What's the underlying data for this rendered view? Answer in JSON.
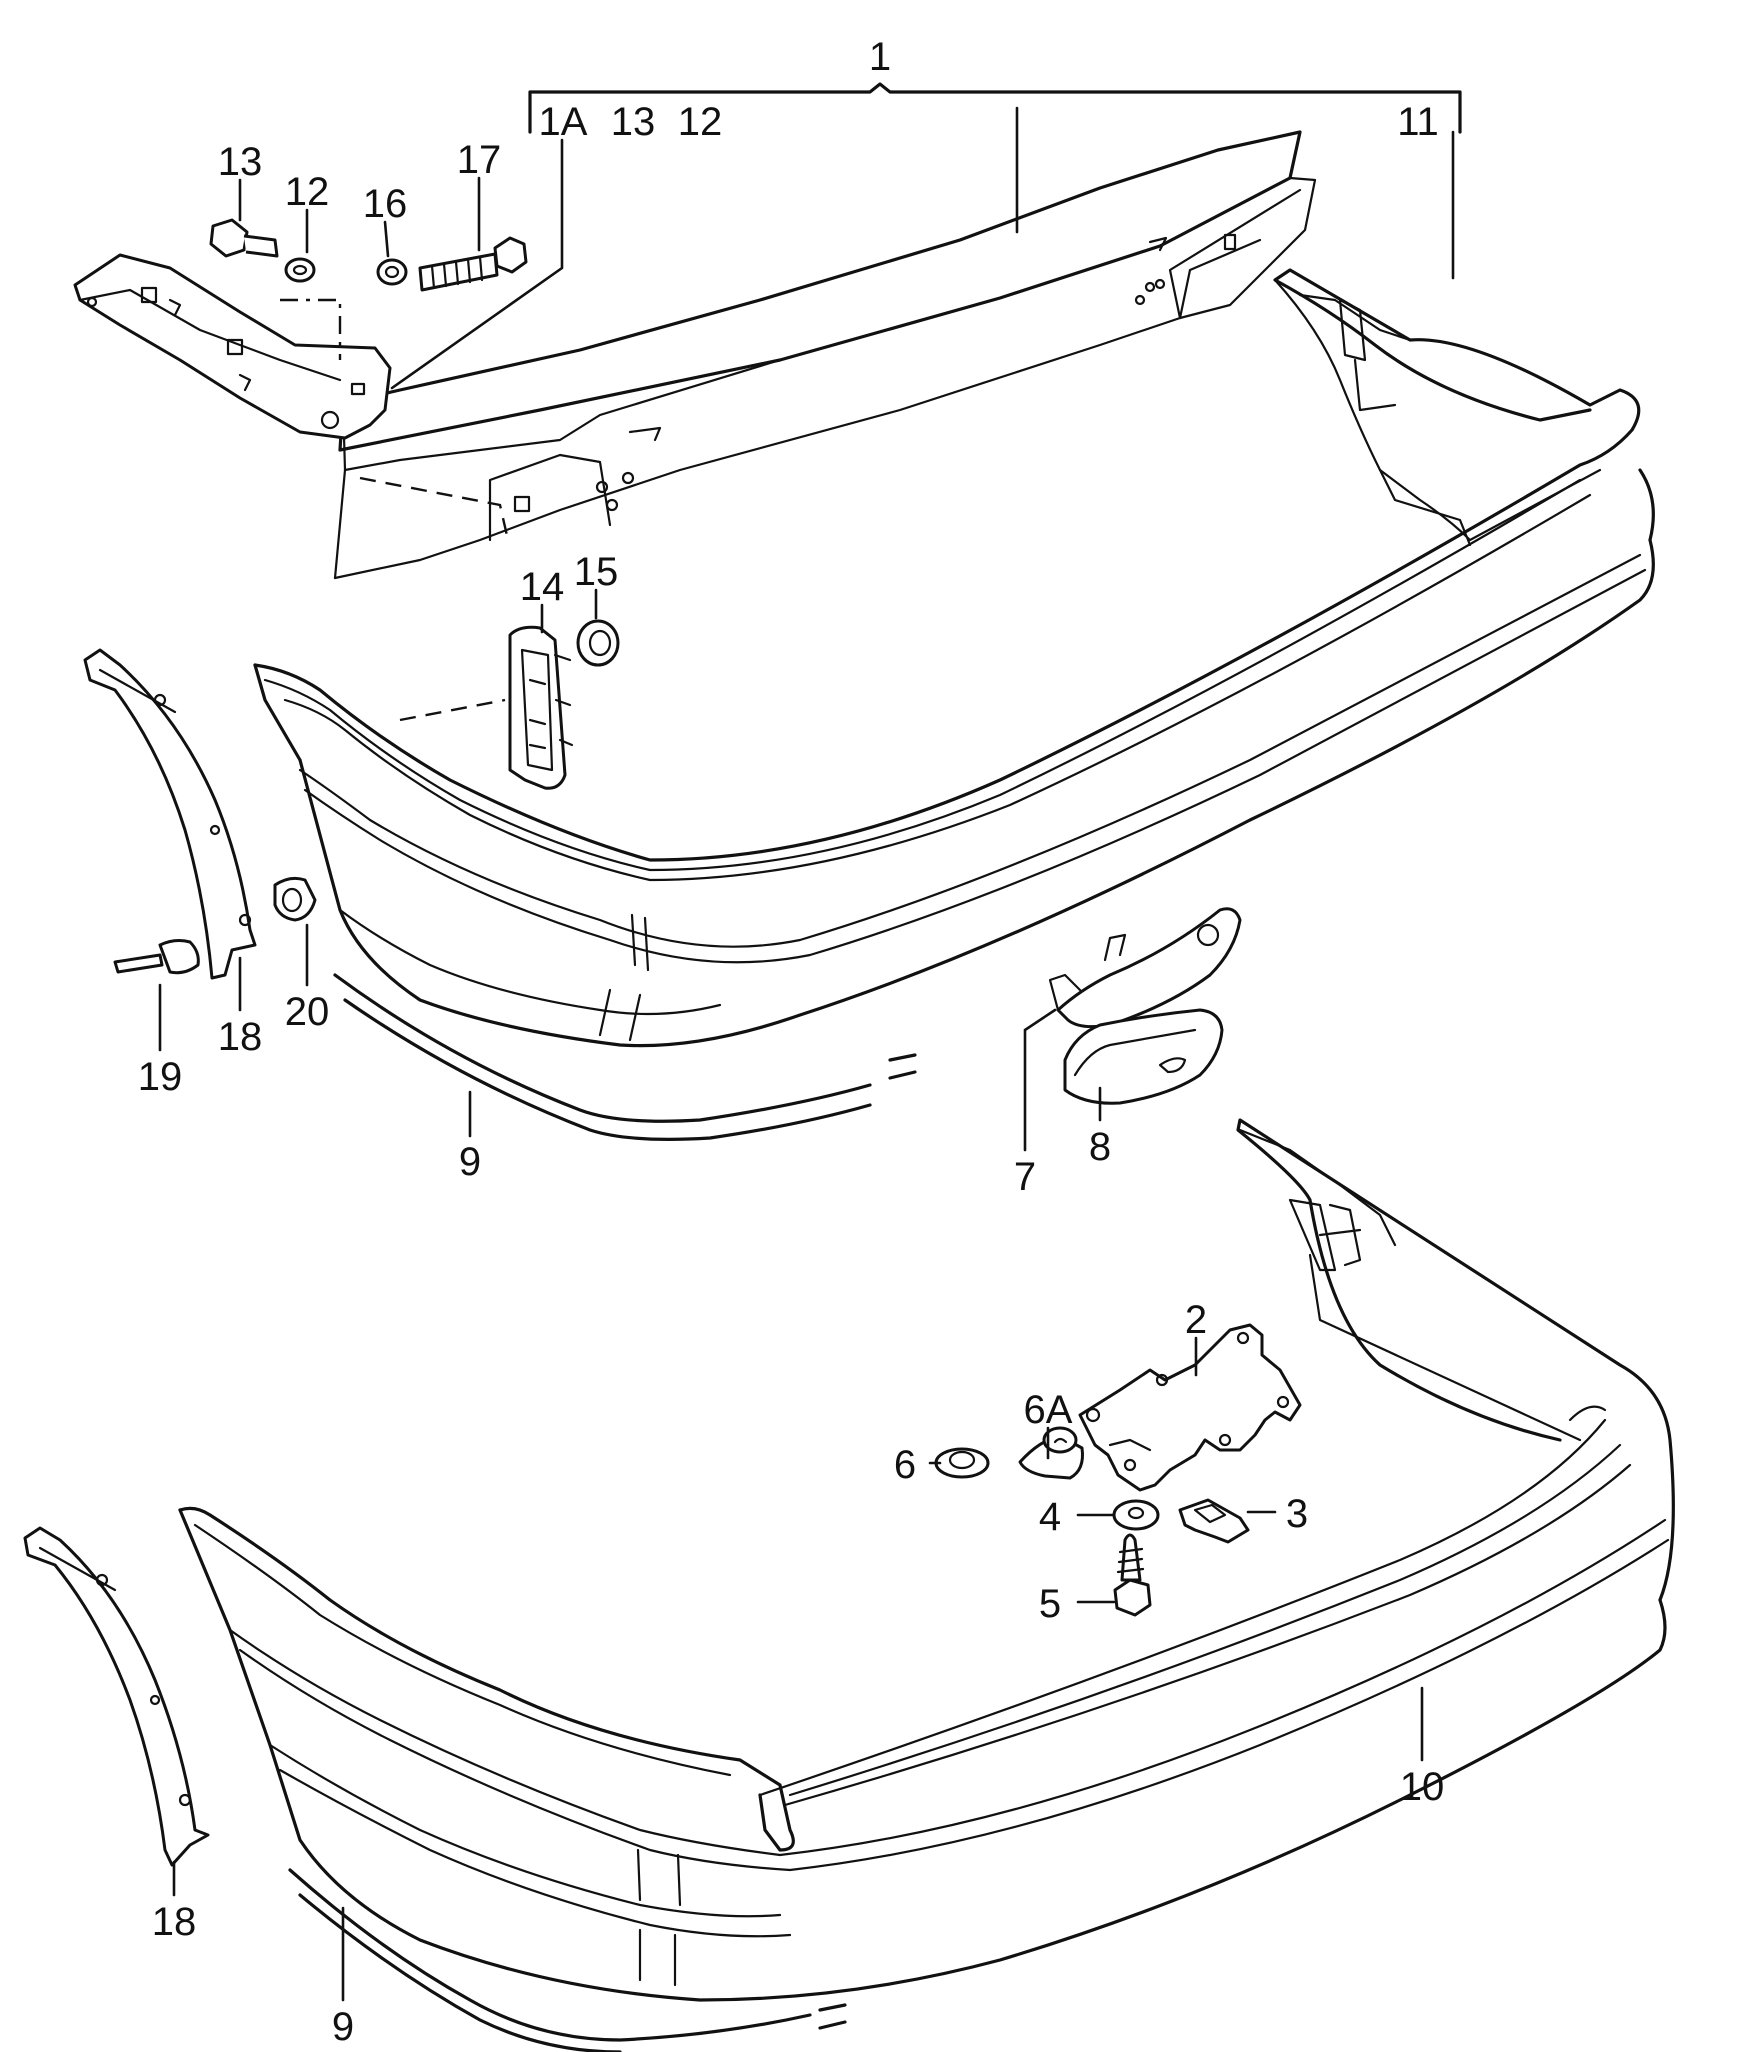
{
  "callouts": {
    "c1": "1",
    "c1a": "1A",
    "c13_top": "13",
    "c12_top": "12",
    "c11": "11",
    "c13": "13",
    "c12": "12",
    "c16": "16",
    "c17": "17",
    "c14": "14",
    "c15": "15",
    "c18_top": "18",
    "c19": "19",
    "c20": "20",
    "c9_top": "9",
    "c7": "7",
    "c8": "8",
    "c2": "2",
    "c6a": "6A",
    "c6": "6",
    "c4": "4",
    "c3": "3",
    "c5": "5",
    "c10": "10",
    "c18_bottom": "18",
    "c9_bottom": "9"
  }
}
